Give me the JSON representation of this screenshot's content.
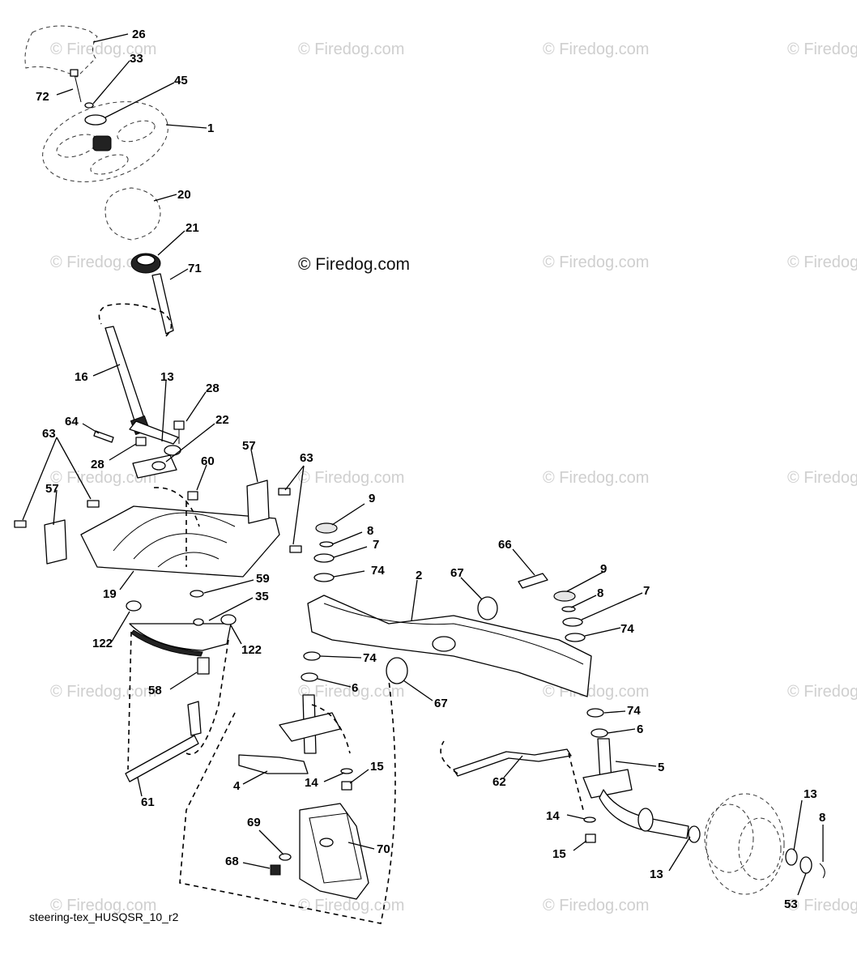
{
  "watermark_text": "© Firedog.com",
  "center_watermark_text": "© Firedog.com",
  "caption": "steering-tex_HUSQSR_10_r2",
  "callouts": [
    {
      "id": "c26",
      "label": "26"
    },
    {
      "id": "c33",
      "label": "33"
    },
    {
      "id": "c72",
      "label": "72"
    },
    {
      "id": "c45",
      "label": "45"
    },
    {
      "id": "c1",
      "label": "1"
    },
    {
      "id": "c20",
      "label": "20"
    },
    {
      "id": "c21",
      "label": "21"
    },
    {
      "id": "c71",
      "label": "71"
    },
    {
      "id": "c16",
      "label": "16"
    },
    {
      "id": "c13a",
      "label": "13"
    },
    {
      "id": "c28a",
      "label": "28"
    },
    {
      "id": "c64",
      "label": "64"
    },
    {
      "id": "c22",
      "label": "22"
    },
    {
      "id": "c28b",
      "label": "28"
    },
    {
      "id": "c63a",
      "label": "63"
    },
    {
      "id": "c57a",
      "label": "57"
    },
    {
      "id": "c63b",
      "label": "63"
    },
    {
      "id": "c60",
      "label": "60"
    },
    {
      "id": "c57b",
      "label": "57"
    },
    {
      "id": "c19",
      "label": "19"
    },
    {
      "id": "c59",
      "label": "59"
    },
    {
      "id": "c35",
      "label": "35"
    },
    {
      "id": "c122a",
      "label": "122"
    },
    {
      "id": "c122b",
      "label": "122"
    },
    {
      "id": "c58",
      "label": "58"
    },
    {
      "id": "c61",
      "label": "61"
    },
    {
      "id": "c9a",
      "label": "9"
    },
    {
      "id": "c8a",
      "label": "8"
    },
    {
      "id": "c7a",
      "label": "7"
    },
    {
      "id": "c74a",
      "label": "74"
    },
    {
      "id": "c66",
      "label": "66"
    },
    {
      "id": "c67a",
      "label": "67"
    },
    {
      "id": "c2",
      "label": "2"
    },
    {
      "id": "c9b",
      "label": "9"
    },
    {
      "id": "c8b",
      "label": "8"
    },
    {
      "id": "c7b",
      "label": "7"
    },
    {
      "id": "c74b",
      "label": "74"
    },
    {
      "id": "c74c",
      "label": "74"
    },
    {
      "id": "c6a",
      "label": "6"
    },
    {
      "id": "c67b",
      "label": "67"
    },
    {
      "id": "c74d",
      "label": "74"
    },
    {
      "id": "c6b",
      "label": "6"
    },
    {
      "id": "c5",
      "label": "5"
    },
    {
      "id": "c62",
      "label": "62"
    },
    {
      "id": "c4",
      "label": "4"
    },
    {
      "id": "c14a",
      "label": "14"
    },
    {
      "id": "c15a",
      "label": "15"
    },
    {
      "id": "c69",
      "label": "69"
    },
    {
      "id": "c70",
      "label": "70"
    },
    {
      "id": "c68",
      "label": "68"
    },
    {
      "id": "c14b",
      "label": "14"
    },
    {
      "id": "c15b",
      "label": "15"
    },
    {
      "id": "c13b",
      "label": "13"
    },
    {
      "id": "c13c",
      "label": "13"
    },
    {
      "id": "c8c",
      "label": "8"
    },
    {
      "id": "c53",
      "label": "53"
    }
  ]
}
